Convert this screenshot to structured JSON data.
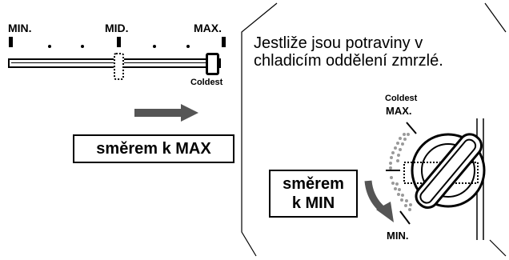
{
  "slider": {
    "min_label": "MIN.",
    "mid_label": "MID.",
    "max_label": "MAX.",
    "coldest_label": "Coldest"
  },
  "direction_max_label": "směrem k MAX",
  "panel": {
    "text_line1": "Jestliže jsou potraviny v",
    "text_line2": "chladicím oddělení zmrzlé.",
    "dial_coldest_label": "Coldest",
    "dial_max_label": "MAX.",
    "dial_min_label": "MIN.",
    "direction_min_line1": "směrem",
    "direction_min_line2": "k MIN"
  },
  "colors": {
    "arrow": "#555555",
    "dots": "#9a9a9a",
    "line": "#000000"
  }
}
